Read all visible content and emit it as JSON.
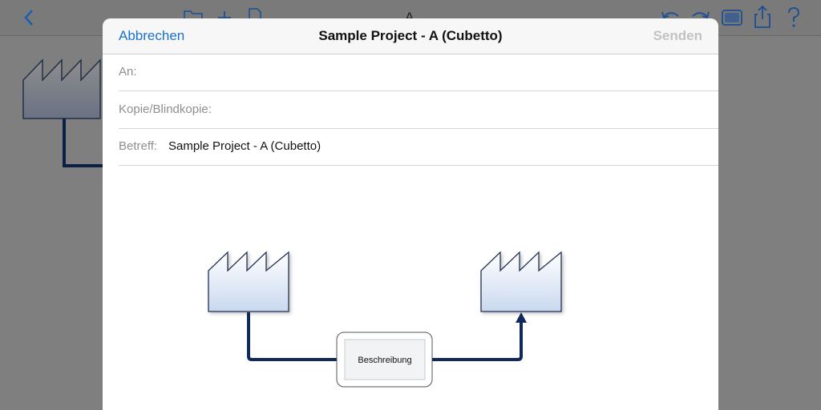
{
  "background": {
    "toolbar_title": "A"
  },
  "mail": {
    "cancel_label": "Abbrechen",
    "title": "Sample Project - A (Cubetto)",
    "send_label": "Senden",
    "to_label": "An:",
    "cc_label": "Kopie/Blindkopie:",
    "subject_label": "Betreff:",
    "subject_value": "Sample Project - A (Cubetto)"
  },
  "diagram": {
    "process_label": "Beschreibung"
  },
  "colors": {
    "accent": "#1a73c8",
    "send_disabled": "#c2c2c2",
    "arrow": "#10295a",
    "factory_fill_top": "#ffffff",
    "factory_fill_bottom": "#c9d8ef"
  }
}
